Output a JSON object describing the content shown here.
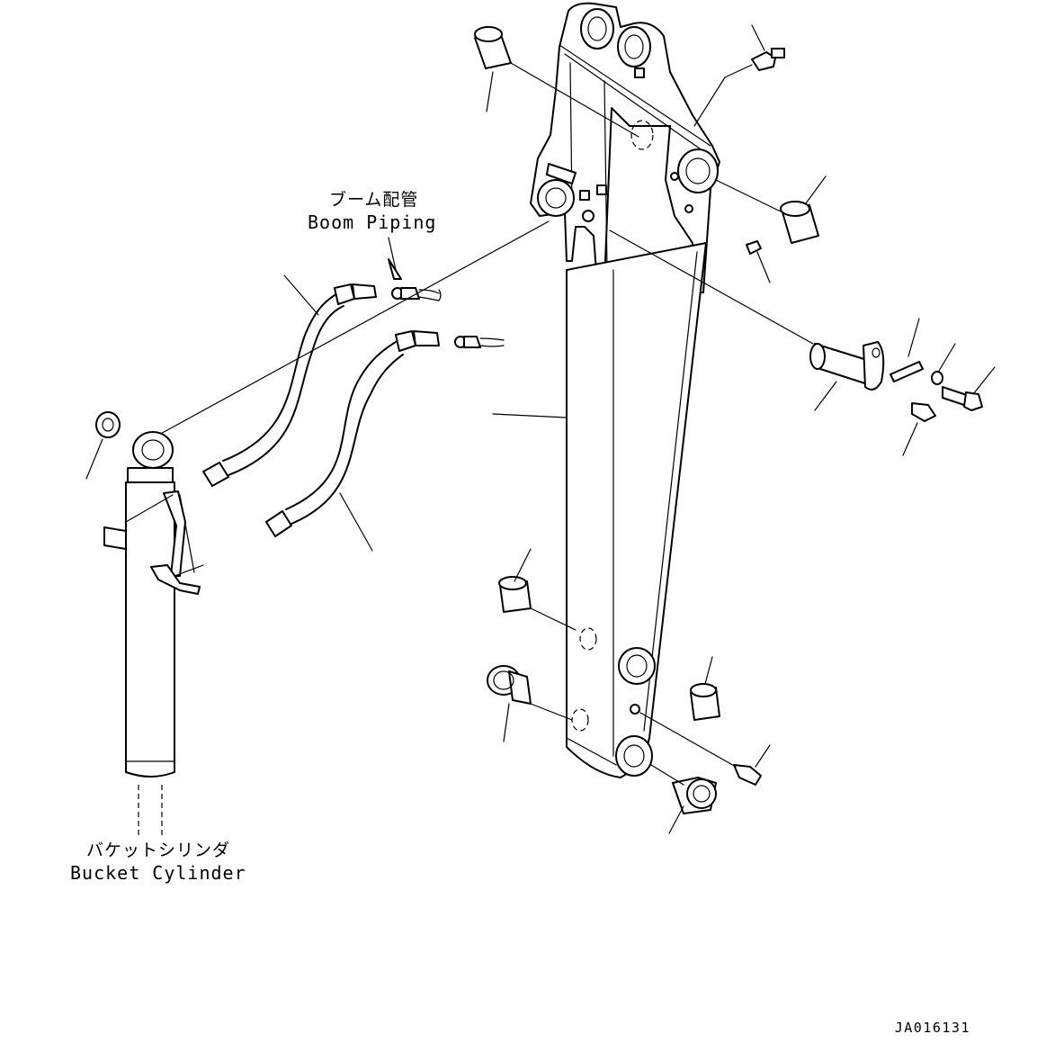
{
  "labels": {
    "boom_piping_jp": "ブーム配管",
    "boom_piping_en": "Boom Piping",
    "bucket_cylinder_jp": "バケットシリンダ",
    "bucket_cylinder_en": "Bucket Cylinder"
  },
  "drawing_code": "JA016131"
}
